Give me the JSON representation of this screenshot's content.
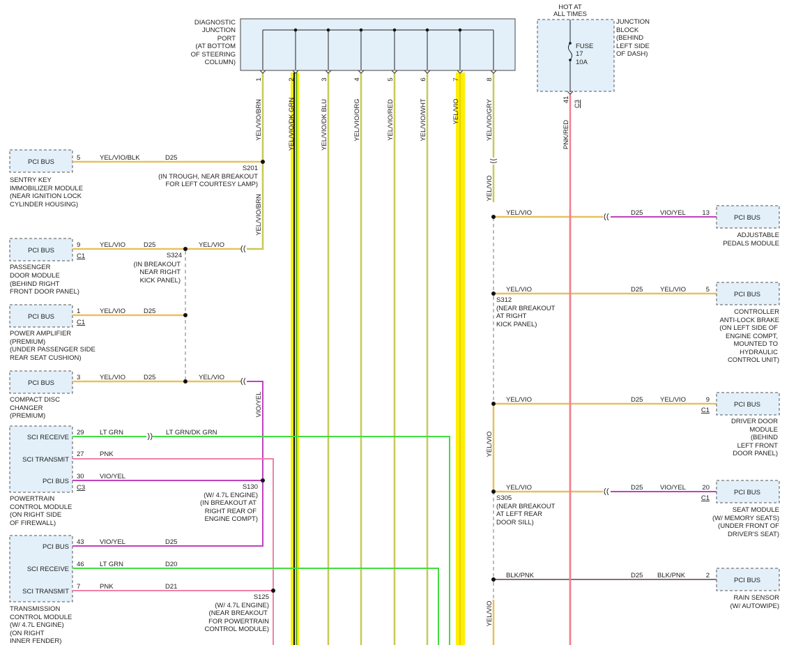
{
  "diag_port": {
    "label_lines": [
      "DIAGNOSTIC",
      "JUNCTION",
      "PORT",
      "(AT BOTTOM",
      "OF STEERING",
      "COLUMN)"
    ],
    "pins": [
      "1",
      "2",
      "3",
      "4",
      "5",
      "6",
      "7",
      "8"
    ],
    "wires": [
      "YEL/VIO/BRN",
      "YEL/VIO/DK GRN",
      "YEL/VIO/DK BLU",
      "YEL/VIO/ORG",
      "YEL/VIO/RED",
      "YEL/VIO/WHT",
      "YEL/VIO",
      "YEL/VIO/GRY"
    ]
  },
  "junction_block": {
    "hot_lines": [
      "HOT AT",
      "ALL TIMES"
    ],
    "label_lines": [
      "JUNCTION",
      "BLOCK",
      "(BEHIND",
      "LEFT SIDE",
      "OF DASH)"
    ],
    "fuse_lines": [
      "FUSE",
      "17",
      "10A"
    ],
    "pin": "41",
    "connector": "C3",
    "wire": "PNK/RED"
  },
  "left_modules": {
    "sentry": {
      "port": "PCI BUS",
      "pin": "5",
      "wire": "YEL/VIO/BLK",
      "circuit": "D25",
      "lines": [
        "SENTRY KEY",
        "IMMOBILIZER MODULE",
        "(NEAR IGNITION LOCK",
        "CYLINDER HOUSING)"
      ]
    },
    "passenger": {
      "port": "PCI BUS",
      "pin": "9",
      "conn": "C1",
      "wire": "YEL/VIO",
      "circuit": "D25",
      "wire2": "YEL/VIO",
      "lines": [
        "PASSENGER",
        "DOOR MODULE",
        "(BEHIND RIGHT",
        "FRONT DOOR PANEL)"
      ]
    },
    "amplifier": {
      "port": "PCI BUS",
      "pin": "1",
      "conn": "C1",
      "wire": "YEL/VIO",
      "circuit": "D25",
      "lines": [
        "POWER AMPLIFIER",
        "(PREMIUM)",
        "(UNDER PASSENGER SIDE",
        "REAR SEAT CUSHION)"
      ]
    },
    "cd": {
      "port": "PCI BUS",
      "pin": "3",
      "wire": "YEL/VIO",
      "circuit": "D25",
      "wire2": "YEL/VIO",
      "vert_wire": "VIO/YEL",
      "lines": [
        "COMPACT DISC",
        "CHANGER",
        "(PREMIUM)"
      ]
    },
    "pcm": {
      "ports": [
        "SCI RECEIVE",
        "SCI TRANSMIT",
        "PCI BUS"
      ],
      "pins": [
        "29",
        "27",
        "30"
      ],
      "conn": "C3",
      "wires": [
        "LT GRN",
        "PNK",
        "VIO/YEL"
      ],
      "wire_ext": "LT GRN/DK GRN",
      "lines": [
        "POWERTRAIN",
        "CONTROL MODULE",
        "(ON RIGHT SIDE",
        "OF FIREWALL)"
      ]
    },
    "tcm": {
      "ports": [
        "PCI BUS",
        "SCI RECEIVE",
        "SCI TRANSMIT"
      ],
      "pins": [
        "43",
        "46",
        "7"
      ],
      "wires": [
        "VIO/YEL",
        "LT GRN",
        "PNK"
      ],
      "circuits": [
        "D25",
        "D20",
        "D21"
      ],
      "lines": [
        "TRANSMISSION",
        "CONTROL MODULE",
        "(W/ 4.7L ENGINE)",
        "(ON RIGHT",
        "INNER FENDER)"
      ]
    }
  },
  "splices": {
    "s201": {
      "name": "S201",
      "lines": [
        "(IN TROUGH, NEAR BREAKOUT",
        "FOR LEFT COURTESY LAMP)"
      ],
      "wire_down": "YEL/VIO/BRN"
    },
    "s324": {
      "name": "S324",
      "lines": [
        "(IN BREAKOUT",
        "NEAR RIGHT",
        "KICK PANEL)"
      ]
    },
    "s130": {
      "name": "S130",
      "lines": [
        "(W/ 4.7L ENGINE)",
        "(IN BREAKOUT AT",
        "RIGHT REAR OF",
        "ENGINE COMPT)"
      ]
    },
    "s125": {
      "name": "S125",
      "lines": [
        "(W/ 4.7L ENGINE)",
        "(NEAR BREAKOUT",
        "FOR POWERTRAIN",
        "CONTROL MODULE)"
      ]
    },
    "s312": {
      "name": "S312",
      "lines": [
        "(NEAR BREAKOUT",
        "AT RIGHT",
        "KICK PANEL)"
      ]
    },
    "s305": {
      "name": "S305",
      "lines": [
        "(NEAR BREAKOUT",
        "AT LEFT REAR",
        "DOOR SILL)"
      ]
    }
  },
  "right_wire_vertical": "YEL/VIO",
  "right_modules": {
    "pedals": {
      "port": "PCI BUS",
      "pin": "13",
      "wire_left": "YEL/VIO",
      "circuit": "D25",
      "wire_right": "VIO/YEL",
      "lines": [
        "ADJUSTABLE",
        "PEDALS MODULE"
      ]
    },
    "abs": {
      "port": "PCI BUS",
      "pin": "5",
      "wire_left": "YEL/VIO",
      "circuit": "D25",
      "wire_right": "YEL/VIO",
      "lines": [
        "CONTROLLER",
        "ANTI-LOCK BRAKE",
        "(ON LEFT SIDE OF",
        "ENGINE COMPT,",
        "MOUNTED TO",
        "HYDRAULIC",
        "CONTROL UNIT)"
      ]
    },
    "driver": {
      "port": "PCI BUS",
      "pin": "9",
      "conn": "C1",
      "wire_left": "YEL/VIO",
      "circuit": "D25",
      "wire_right": "YEL/VIO",
      "lines": [
        "DRIVER DOOR",
        "MODULE",
        "(BEHIND",
        "LEFT FRONT",
        "DOOR PANEL)"
      ]
    },
    "seat": {
      "port": "PCI BUS",
      "pin": "20",
      "conn": "C1",
      "wire_left": "YEL/VIO",
      "circuit": "D25",
      "wire_right": "VIO/YEL",
      "lines": [
        "SEAT MODULE",
        "(W/ MEMORY SEATS)",
        "(UNDER FRONT OF",
        "DRIVER'S SEAT)"
      ]
    },
    "rain": {
      "port": "PCI BUS",
      "pin": "2",
      "wire_left": "BLK/PNK",
      "circuit": "D25",
      "wire_right": "BLK/PNK",
      "lines": [
        "RAIN SENSOR",
        "(W/ AUTOWIPE)"
      ]
    }
  },
  "colors": {
    "yel": "#e8c060",
    "vio": "#c040c0",
    "grn": "#40dd40",
    "pnk": "#f080a8",
    "brightyel": "#ffee00",
    "olive": "#c8c858",
    "blk": "#807080"
  }
}
